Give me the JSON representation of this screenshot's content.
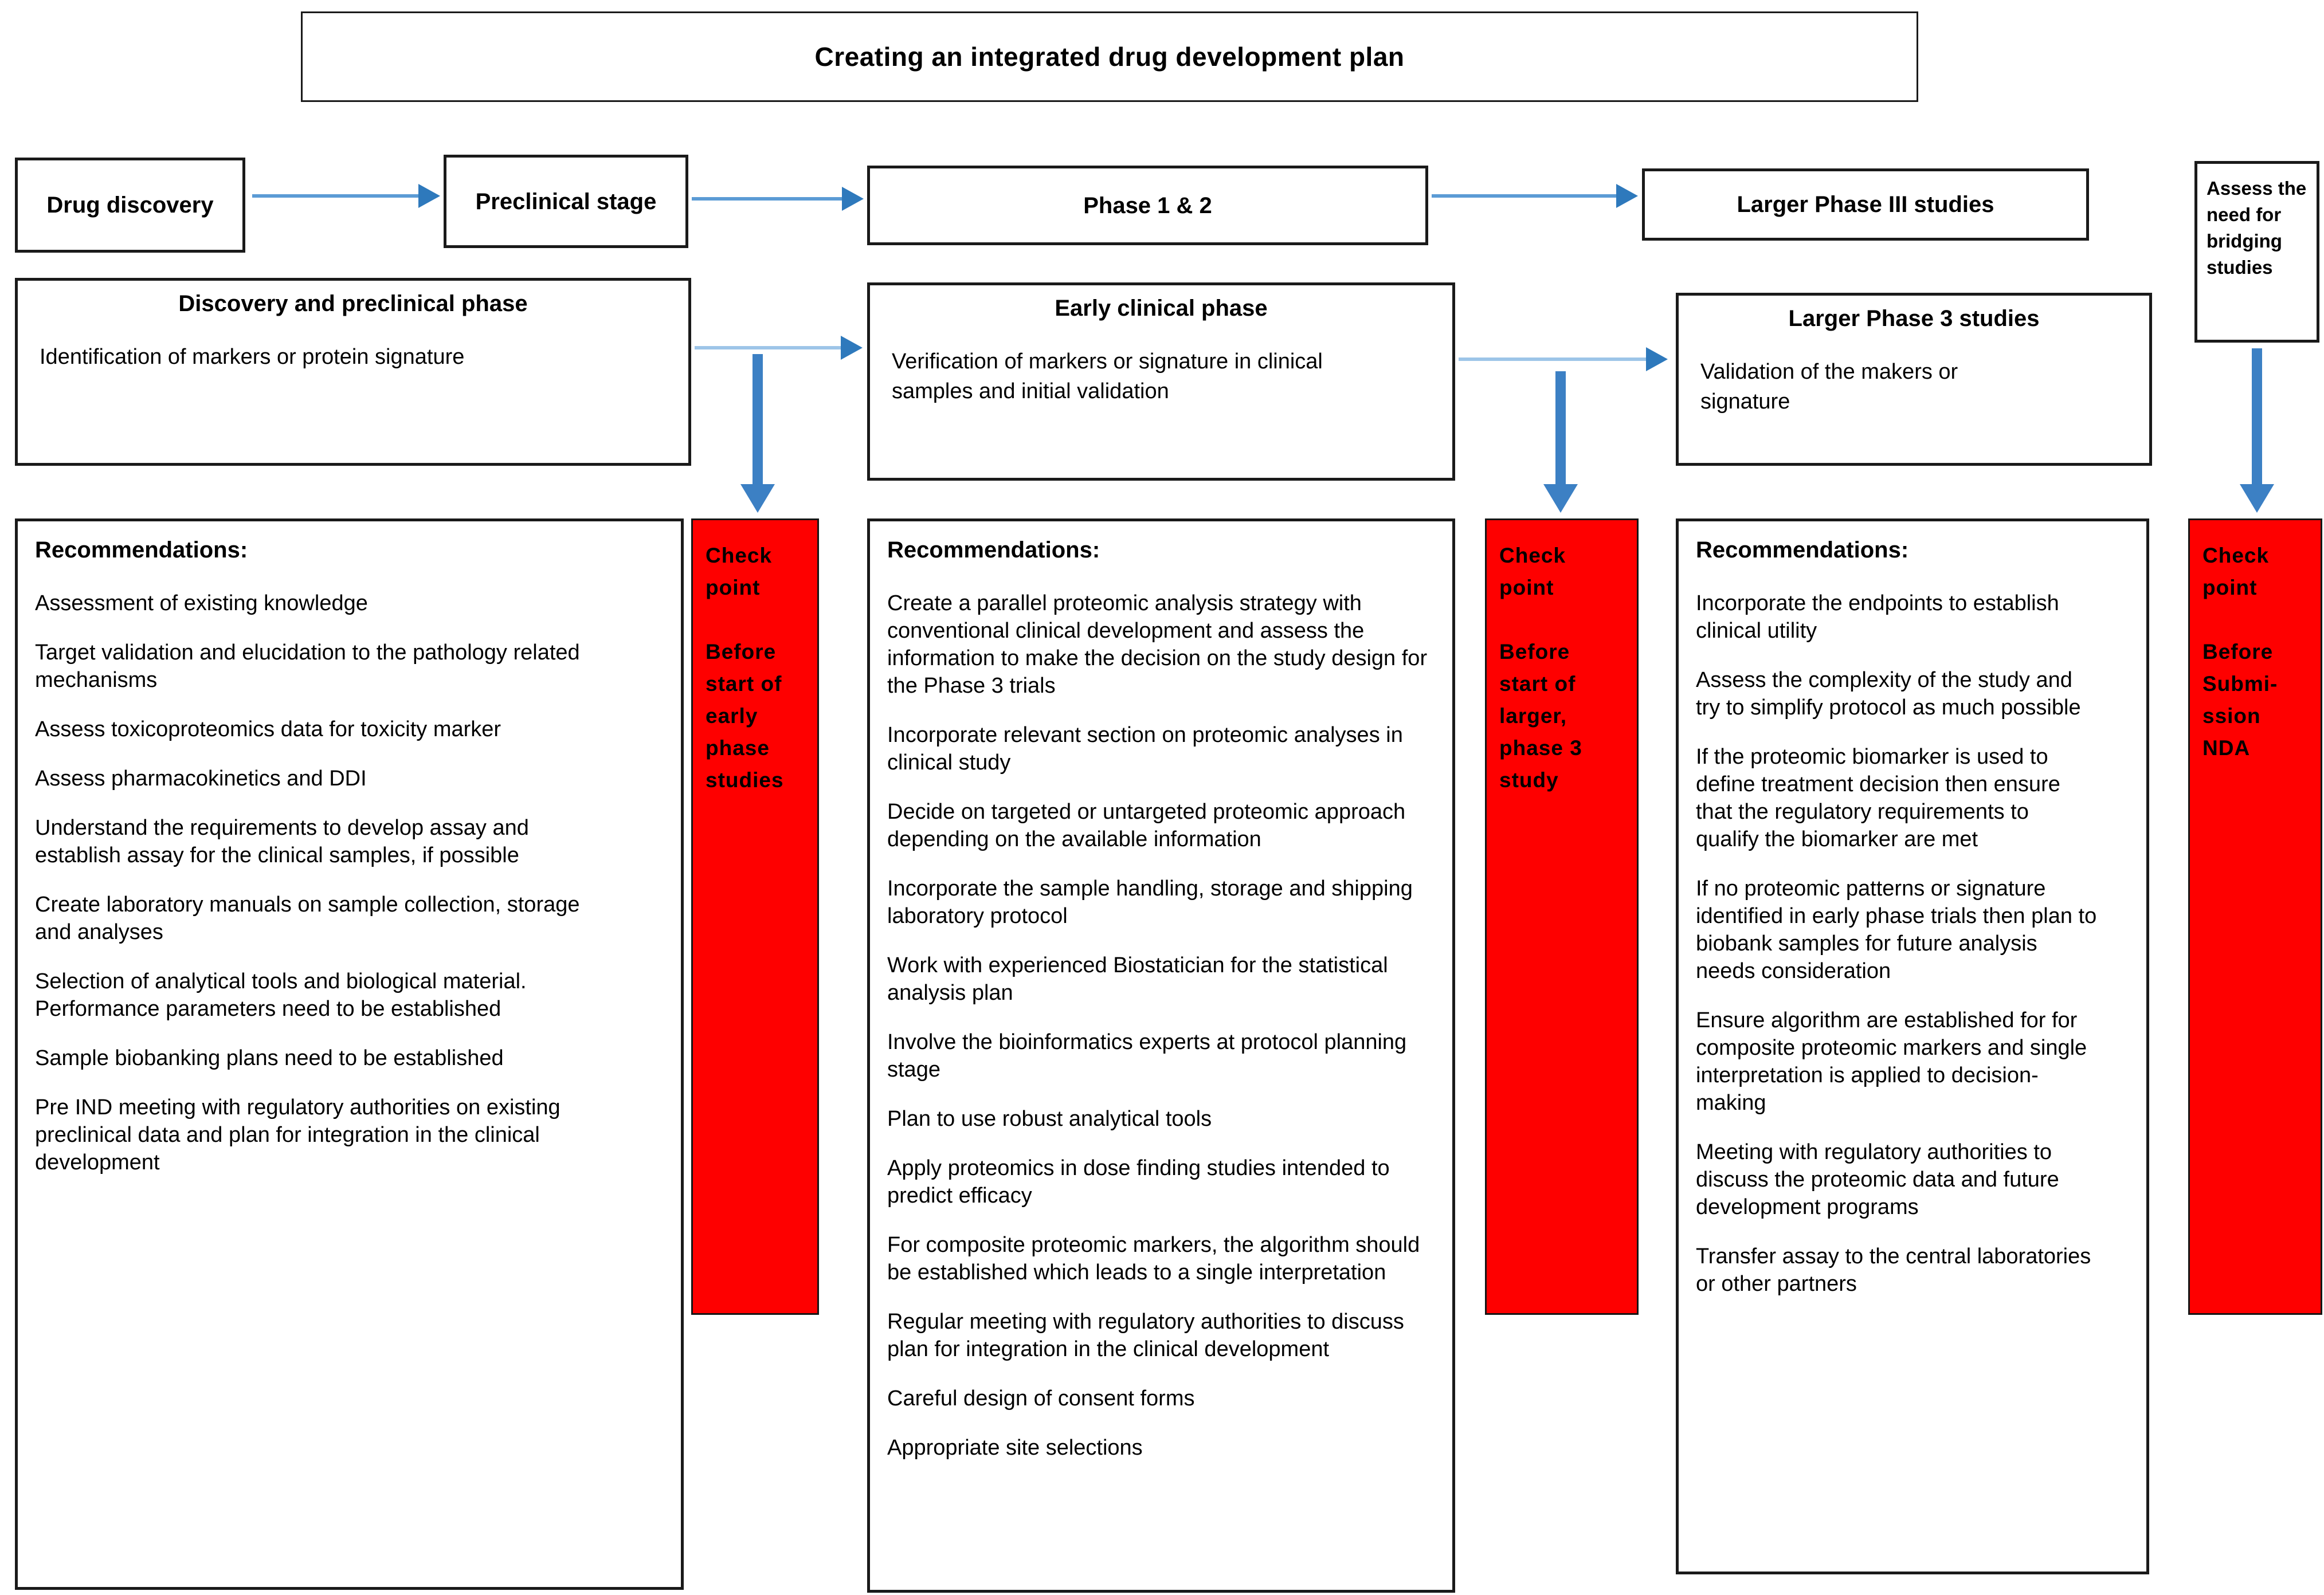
{
  "title": "Creating an integrated drug development plan",
  "stages": [
    {
      "label": "Drug discovery"
    },
    {
      "label": "Preclinical stage"
    },
    {
      "label": "Phase 1 & 2"
    },
    {
      "label": "Larger Phase III studies"
    },
    {
      "label": "Assess the need for bridging studies"
    }
  ],
  "phases": [
    {
      "heading": "Discovery and preclinical phase",
      "body": "Identification of markers or protein signature"
    },
    {
      "heading": "Early clinical phase",
      "body": "Verification of markers or signature in clinical samples and initial validation"
    },
    {
      "heading": "Larger Phase 3 studies",
      "body": "Validation of the makers or signature"
    }
  ],
  "recommendations": [
    {
      "heading": "Recommendations:",
      "items": [
        "Assessment of existing knowledge",
        "Target validation and elucidation to the pathology related mechanisms",
        "Assess toxicoproteomics data for toxicity marker",
        "Assess pharmacokinetics and DDI",
        "Understand the requirements to develop assay and establish assay for the clinical samples, if possible",
        "Create laboratory manuals on sample collection, storage and analyses",
        "Selection of analytical tools and biological material. Performance parameters need to be established",
        "Sample biobanking plans need to be established",
        "Pre IND meeting with regulatory authorities on existing preclinical data and plan for integration in the clinical development"
      ]
    },
    {
      "heading": "Recommendations:",
      "items": [
        "Create a parallel proteomic analysis strategy with conventional clinical development and assess the information to make the decision on the study design for the Phase 3 trials",
        "Incorporate relevant section on proteomic analyses in clinical study",
        "Decide on targeted or untargeted proteomic approach depending on the available information",
        "Incorporate the sample handling, storage and shipping laboratory protocol",
        "Work with experienced Biostatician for the statistical analysis plan",
        "Involve the bioinformatics experts at protocol planning stage",
        "Plan to use robust analytical tools",
        "Apply proteomics in dose finding studies intended to predict efficacy",
        "For composite proteomic markers, the algorithm should be established which leads to a single interpretation",
        "Regular meeting with regulatory authorities to discuss plan for integration in the clinical development",
        "Careful design of consent forms",
        "Appropriate site selections"
      ]
    },
    {
      "heading": "Recommendations:",
      "items": [
        "Incorporate the endpoints to establish clinical utility",
        "Assess the complexity of the study and try to simplify protocol as much possible",
        "If the proteomic biomarker is used to define treatment decision then ensure that the regulatory requirements to qualify the biomarker are met",
        "If no proteomic patterns or signature identified in early phase trials then plan to biobank samples for future analysis needs consideration",
        "Ensure algorithm are established for for composite proteomic markers and single interpretation is applied to decision-making",
        "Meeting with regulatory authorities to discuss the proteomic data and future development programs",
        "Transfer assay to the central laboratories or other partners"
      ]
    }
  ],
  "checkpoints": [
    {
      "title": "Check point",
      "body": "Before start of early phase studies"
    },
    {
      "title": "Check point",
      "body": "Before start of larger, phase 3 study"
    },
    {
      "title": "Check point",
      "body": "Before Submi-ssion NDA"
    }
  ],
  "icons": {
    "flow_arrow_right": "right-arrow connector",
    "flow_arrow_down": "down-arrow connector"
  },
  "colors": {
    "checkpoint_red": "#FE0000",
    "arrow_blue": "#5B9BD5",
    "arrow_light_blue": "#9DC5E8",
    "arrow_head_blue": "#2E79BC",
    "vertical_arrow_blue": "#3C80C4",
    "border_black": "#1A1A1A",
    "background": "#FFFFFF"
  }
}
